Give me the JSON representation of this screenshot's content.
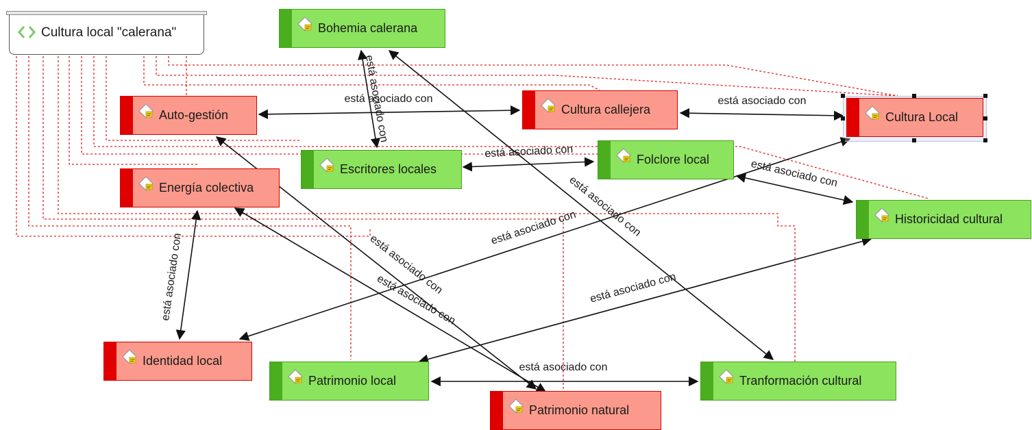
{
  "group": {
    "label": "Cultura local \"calerana\"",
    "icon": "group-diamond-icon"
  },
  "relation_label": "está asociado con",
  "colors": {
    "green_fill": "#8ce35e",
    "green_bar": "#4aae1f",
    "red_fill": "#fb9a8c",
    "red_bar": "#e00000",
    "dashed": "#e02020"
  },
  "nodes": {
    "bohemia": {
      "label": "Bohemia calerana",
      "color": "green"
    },
    "autogestion": {
      "label": "Auto-gestión",
      "color": "red"
    },
    "culturacallejera": {
      "label": "Cultura callejera",
      "color": "red"
    },
    "culturalocal": {
      "label": "Cultura Local",
      "color": "red",
      "selected": true
    },
    "escritores": {
      "label": "Escritores locales",
      "color": "green"
    },
    "folclore": {
      "label": "Folclore local",
      "color": "green"
    },
    "energia": {
      "label": "Energía colectiva",
      "color": "red"
    },
    "historicidad": {
      "label": "Historicidad cultural",
      "color": "green"
    },
    "identidad": {
      "label": "Identidad local",
      "color": "red"
    },
    "patrimoniolocal": {
      "label": "Patrimonio local",
      "color": "green"
    },
    "transformacion": {
      "label": "Tranformación cultural",
      "color": "green"
    },
    "patrimonionatural": {
      "label": "Patrimonio natural",
      "color": "red"
    }
  }
}
